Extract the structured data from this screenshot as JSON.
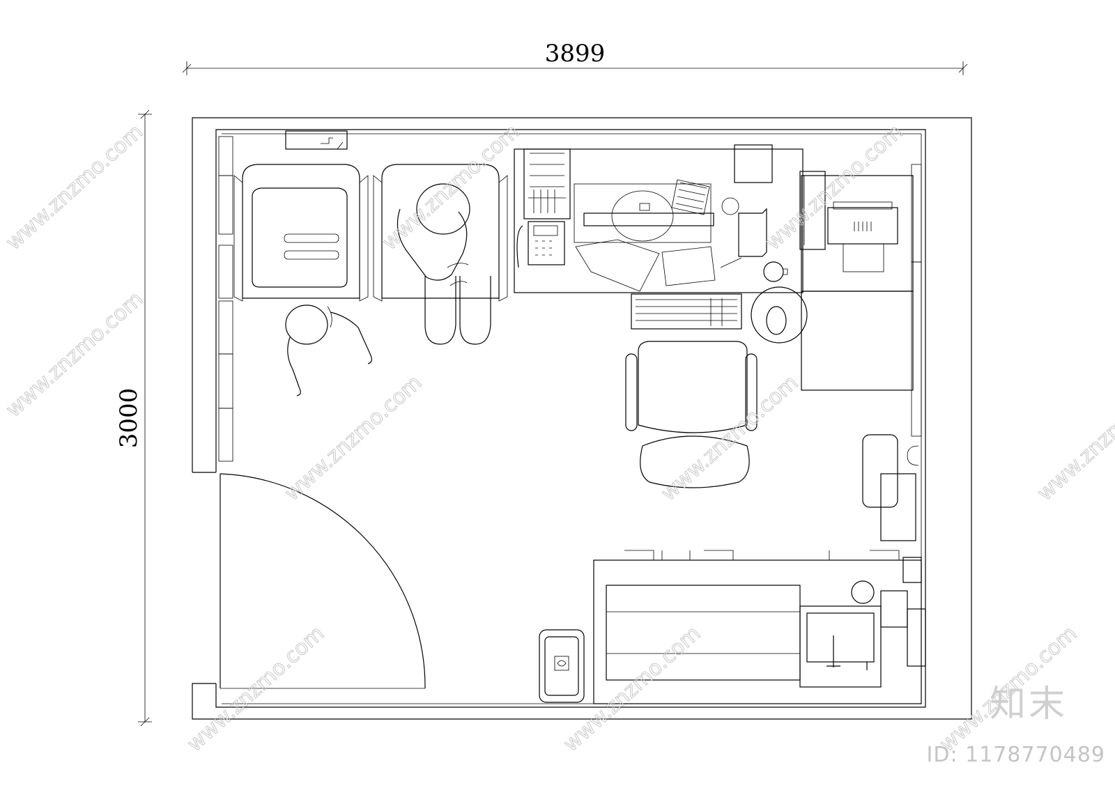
{
  "dimensions": {
    "width_label": "3899",
    "height_label": "3000"
  },
  "watermark": {
    "site": "www.znzmo.com",
    "brand": "知末",
    "id_label": "ID: 1178770489"
  },
  "colors": {
    "line": "#000000",
    "watermark": "#c8c8c8",
    "background": "#ffffff"
  }
}
